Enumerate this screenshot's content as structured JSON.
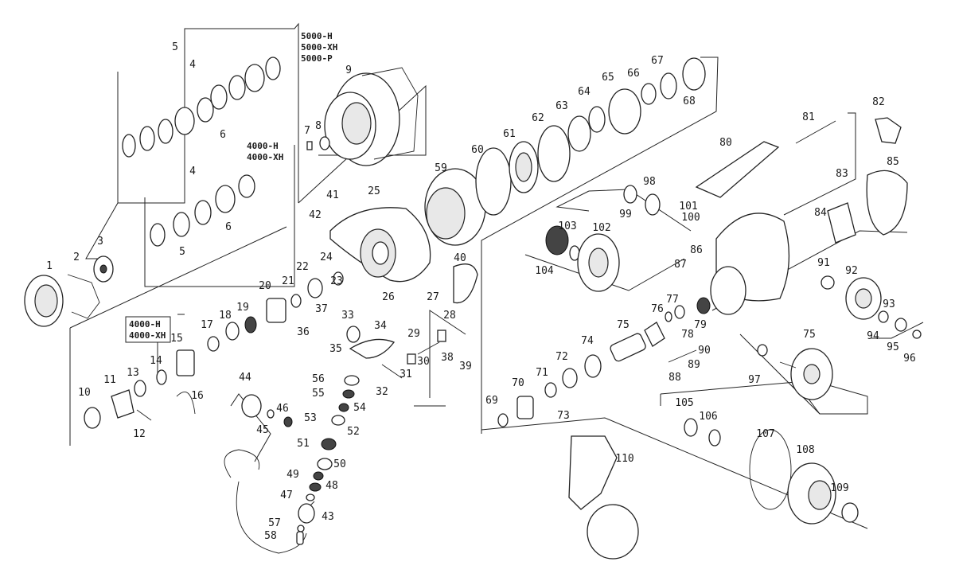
{
  "diagram": {
    "part_numbers": [
      "1",
      "2",
      "3",
      "4",
      "5",
      "6",
      "7",
      "8",
      "9",
      "10",
      "11",
      "12",
      "13",
      "14",
      "15",
      "16",
      "17",
      "18",
      "19",
      "20",
      "21",
      "22",
      "23",
      "24",
      "25",
      "26",
      "27",
      "28",
      "29",
      "30",
      "31",
      "32",
      "33",
      "34",
      "35",
      "36",
      "37",
      "38",
      "39",
      "40",
      "41",
      "42",
      "43",
      "44",
      "45",
      "46",
      "47",
      "48",
      "49",
      "50",
      "51",
      "52",
      "53",
      "54",
      "55",
      "56",
      "57",
      "58",
      "59",
      "60",
      "61",
      "62",
      "63",
      "64",
      "65",
      "66",
      "67",
      "68",
      "69",
      "70",
      "71",
      "72",
      "73",
      "74",
      "75",
      "76",
      "77",
      "78",
      "79",
      "80",
      "81",
      "82",
      "83",
      "84",
      "85",
      "86",
      "87",
      "88",
      "89",
      "90",
      "91",
      "92",
      "93",
      "94",
      "95",
      "96",
      "97",
      "98",
      "99",
      "100",
      "101",
      "102",
      "103",
      "104",
      "105",
      "106",
      "107",
      "108",
      "109",
      "110"
    ],
    "extra_labels": {
      "p75b": "75",
      "p4b": "4",
      "p5b": "5",
      "p6b": "6"
    },
    "notes": {
      "top_right_models": [
        "5000-H",
        "5000-XH",
        "5000-P"
      ],
      "mid_models": [
        "4000-H",
        "4000-XH"
      ],
      "left_box_models": [
        "4000-H",
        "4000-XH"
      ]
    }
  }
}
